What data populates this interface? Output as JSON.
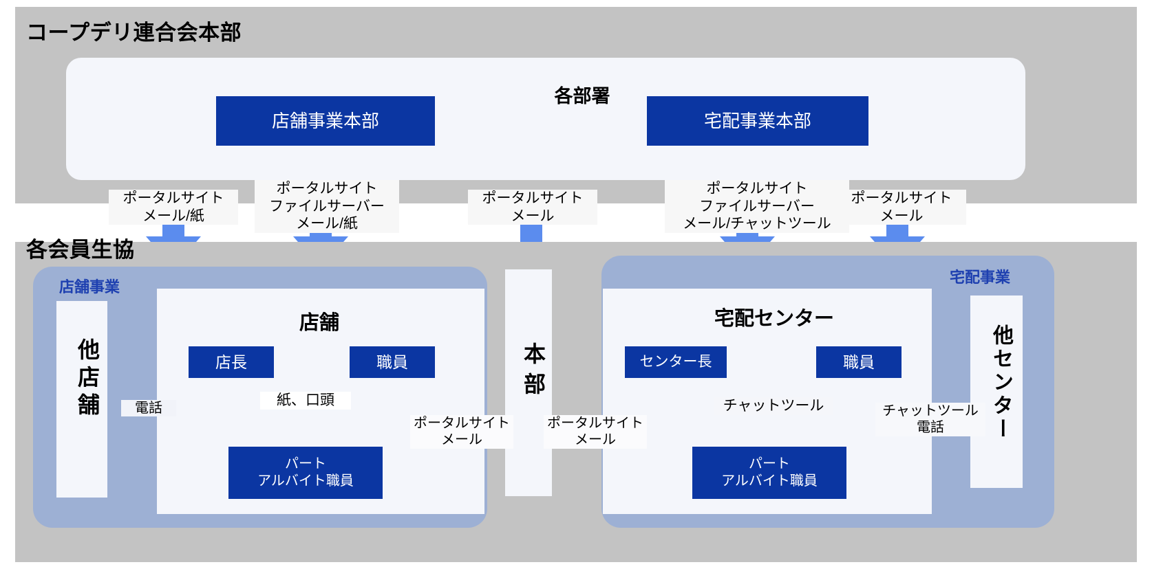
{
  "colors": {
    "grey_panel": "#c3c3c3",
    "card_white": "#f4f6fb",
    "box_blue": "#0b36a2",
    "arrow_blue": "#5b8cee",
    "division_blue": "#9db0d4",
    "tag_blue": "#1e40b0"
  },
  "headquarters": {
    "title": "コープデリ連合会本部",
    "subtitle": "各部署",
    "boxes": [
      {
        "id": "tenpo-honbu",
        "label": "店舗事業本部"
      },
      {
        "id": "takuhai-honbu",
        "label": "宅配事業本部"
      }
    ]
  },
  "members": {
    "title": "各会員生協",
    "divisions": [
      {
        "id": "store",
        "tag": "店舗事業"
      },
      {
        "id": "delivery",
        "tag": "宅配事業"
      }
    ],
    "store": {
      "card_title": "店舗",
      "other": "他店舗",
      "roles": {
        "manager": "店長",
        "staff": "職員",
        "parttime_line1": "パート",
        "parttime_line2": "アルバイト職員"
      },
      "links": {
        "other_to_manager": "電話",
        "internal": "紙、口頭",
        "to_honbu_line1": "ポータルサイト",
        "to_honbu_line2": "メール"
      }
    },
    "honbu": {
      "label": "本部"
    },
    "delivery": {
      "card_title": "宅配センター",
      "other": "他センター",
      "roles": {
        "manager": "センター長",
        "staff": "職員",
        "parttime_line1": "パート",
        "parttime_line2": "アルバイト職員"
      },
      "links": {
        "internal": "チャットツール",
        "other_line1": "チャットツール",
        "other_line2": "電話",
        "to_honbu_line1": "ポータルサイト",
        "to_honbu_line2": "メール"
      }
    }
  },
  "vertical_links": [
    {
      "id": "l1",
      "line1": "ポータルサイト",
      "line2": "メール/紙",
      "line3": ""
    },
    {
      "id": "l2",
      "line1": "ポータルサイト",
      "line2": "ファイルサーバー",
      "line3": "メール/紙"
    },
    {
      "id": "l3",
      "line1": "ポータルサイト",
      "line2": "メール",
      "line3": ""
    },
    {
      "id": "l4",
      "line1": "ポータルサイト",
      "line2": "ファイルサーバー",
      "line3": "メール/チャットツール"
    },
    {
      "id": "l5",
      "line1": "ポータルサイト",
      "line2": "メール",
      "line3": ""
    }
  ]
}
